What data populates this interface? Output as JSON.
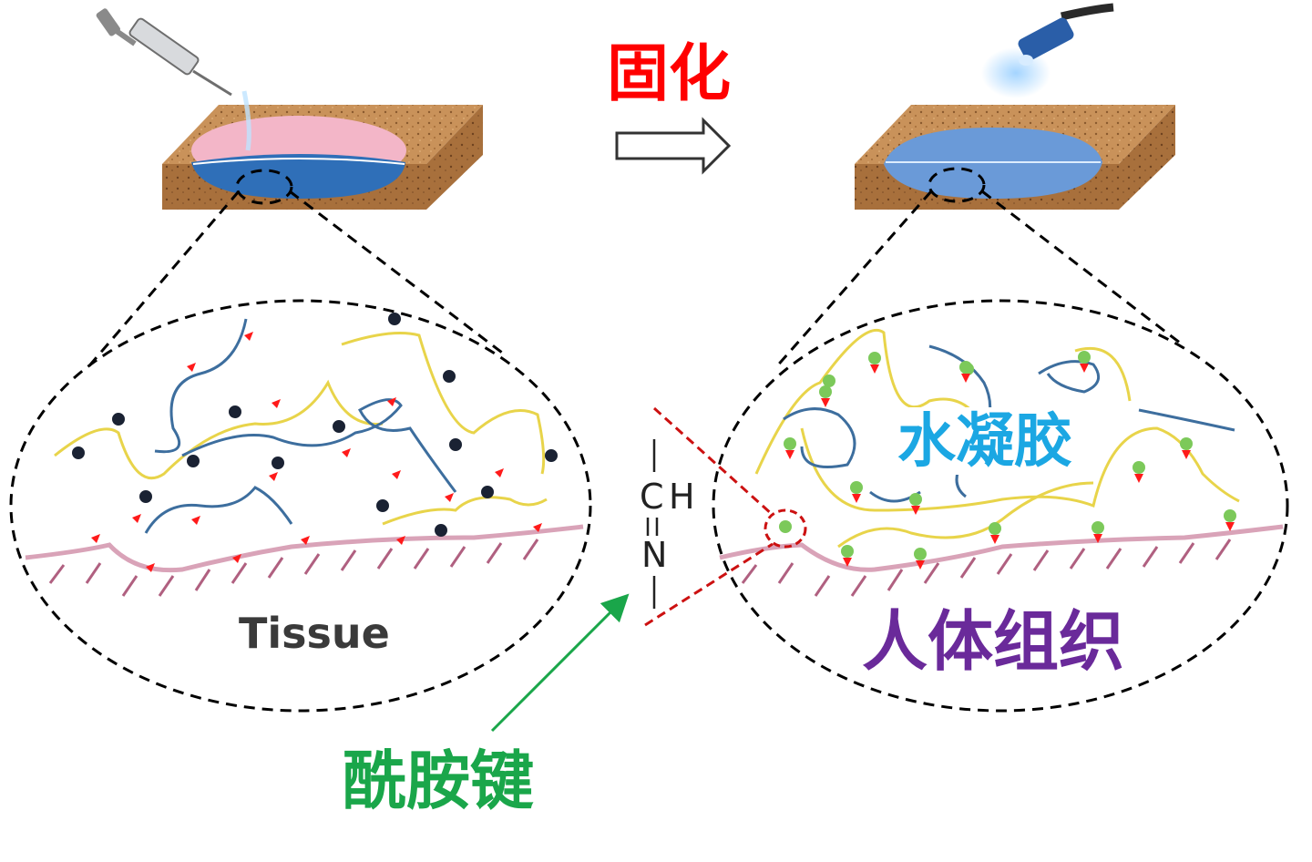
{
  "labels": {
    "cure": "固化",
    "tissue_en": "Tissue",
    "hydrogel": "水凝胶",
    "human_tissue": "人体组织",
    "amide_bond": "酰胺键"
  },
  "chemical_group": {
    "carbon": "C",
    "hydrogen": "H",
    "nitrogen": "N"
  },
  "colors": {
    "cure_label": "#ff0000",
    "hydrogel_label": "#1ba7e3",
    "human_tissue_label": "#6a2a9a",
    "amide_label": "#1aa64a",
    "polymer_yellow": "#e8d44a",
    "polymer_blue": "#3d6e9e",
    "tissue_line": "#d9a3b8",
    "crosslink_red": "#ff1a1a",
    "crosslink_green": "#7cc95a",
    "substrate": "#c9925a"
  },
  "icons": {
    "syringe": "syringe-icon",
    "light_source": "light-pen-icon",
    "arrow": "right-arrow-icon"
  }
}
